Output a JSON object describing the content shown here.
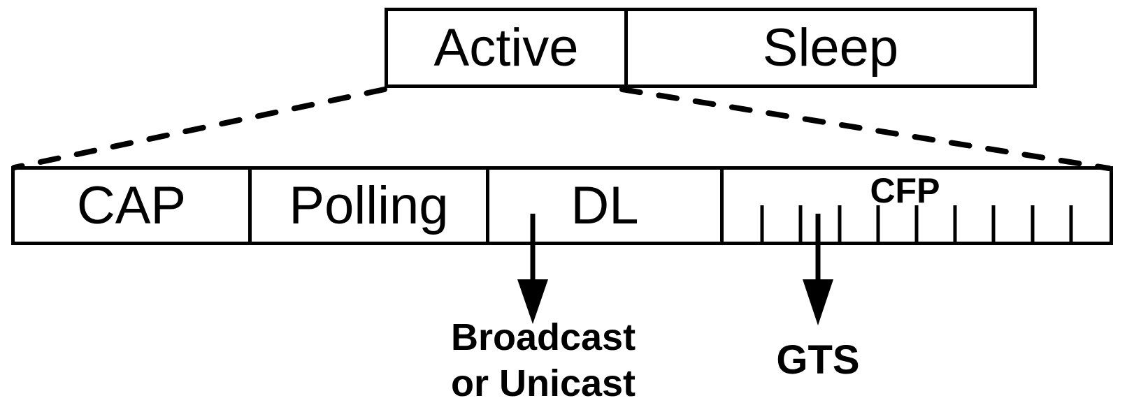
{
  "top_row": {
    "active_label": "Active",
    "sleep_label": "Sleep"
  },
  "bottom_row": {
    "cap_label": "CAP",
    "polling_label": "Polling",
    "dl_label": "DL",
    "cfp_label": "CFP",
    "cfp_slot_count": 10
  },
  "annotations": {
    "dl_arrow_target_line1": "Broadcast",
    "dl_arrow_target_line2": "or Unicast",
    "gts_arrow_label": "GTS"
  },
  "colors": {
    "ink": "#000000",
    "background": "#ffffff"
  }
}
